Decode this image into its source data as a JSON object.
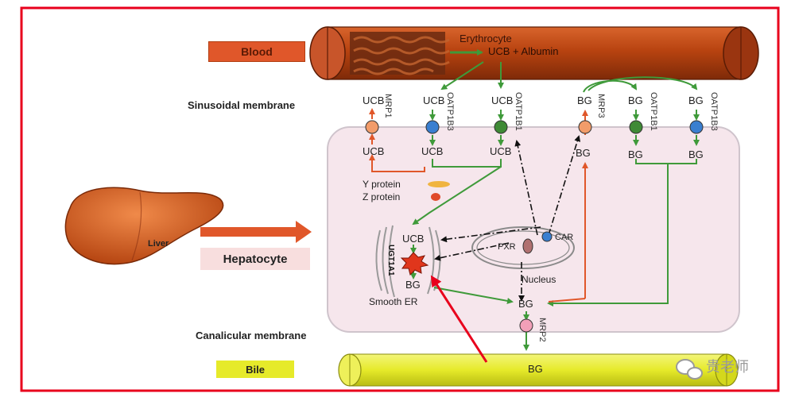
{
  "labels": {
    "blood": "Blood",
    "erythrocyte": "Erythrocyte",
    "ucb_albumin": "UCB + Albumin",
    "sinusoidal": "Sinusoidal membrane",
    "liver": "Liver",
    "hepatocyte": "Hepatocyte",
    "canalicular": "Canalicular membrane",
    "bile": "Bile",
    "y_protein": "Y protein",
    "z_protein": "Z protein",
    "smooth_er": "Smooth ER",
    "nucleus": "Nucleus",
    "pxr": "PXR",
    "car": "CAR",
    "ugt1a1": "UGT1A1",
    "ucb": "UCB",
    "bg": "BG",
    "watermark": "贵老师"
  },
  "transporters": {
    "mrp1": "MRP1",
    "oatp1b3": "OATP1B3",
    "oatp1b1": "OATP1B1",
    "mrp3": "MRP3",
    "mrp2": "MRP2"
  },
  "colors": {
    "frame": "#e8001c",
    "vessel": "#b84310",
    "green": "#3f9a3a",
    "orange_arrow": "#e0572a",
    "bile": "#e6ea2a",
    "cell": "#f6e6ec",
    "pointer": "#e8001c"
  }
}
